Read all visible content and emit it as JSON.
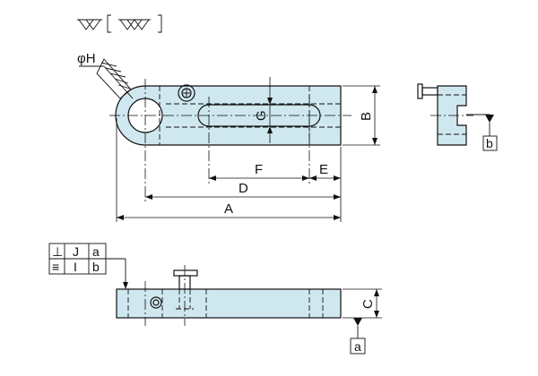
{
  "colors": {
    "part_fill": "#cfe7ef",
    "line": "#111111",
    "background": "#ffffff"
  },
  "top_view": {
    "hole_label": "φH",
    "dims": {
      "G": "G",
      "B": "B",
      "F": "F",
      "E": "E",
      "D": "D",
      "A": "A"
    }
  },
  "side_view": {
    "datum_label": "b"
  },
  "front_view": {
    "dim_C": "C",
    "datum_label": "a",
    "tolerance_frame": {
      "rows": [
        {
          "symbol": "⊥",
          "value": "J",
          "datum": "a"
        },
        {
          "symbol": "≡",
          "value": "I",
          "datum": "b"
        }
      ]
    }
  }
}
